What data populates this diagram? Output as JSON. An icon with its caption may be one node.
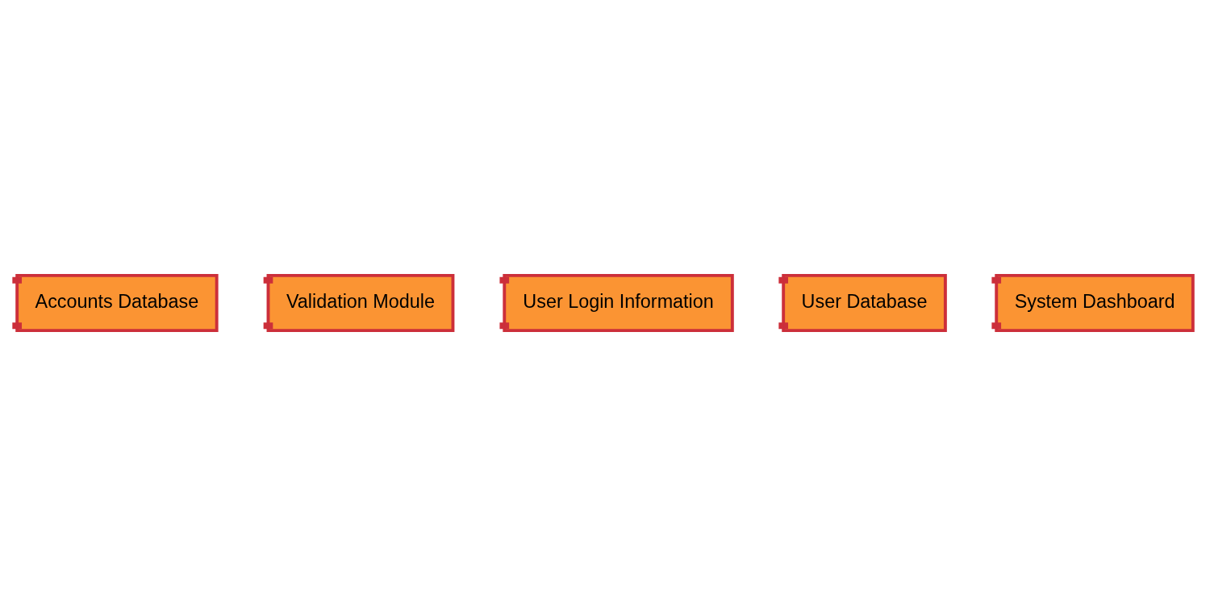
{
  "diagram": {
    "nodes": [
      {
        "text": [
          "Accounts Database"
        ]
      },
      {
        "text": [
          "Validation Module"
        ]
      },
      {
        "text": [
          "User Login Information"
        ]
      },
      {
        "text": [
          "User Database"
        ]
      },
      {
        "text": [
          "System Dashboard"
        ]
      }
    ]
  }
}
